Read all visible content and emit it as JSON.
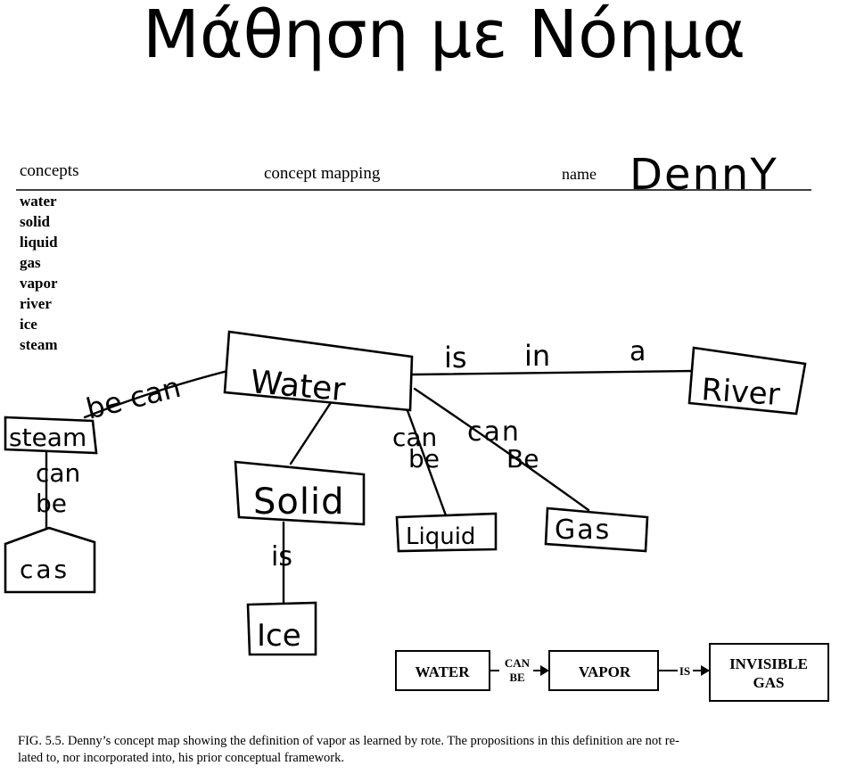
{
  "title": "Μάθηση με Νόημα",
  "header": {
    "concepts_label": "concepts",
    "mapping_label": "concept mapping",
    "name_label": "name",
    "name_value": "DennY"
  },
  "concepts_list": [
    "water",
    "solid",
    "liquid",
    "gas",
    "vapor",
    "river",
    "ice",
    "steam"
  ],
  "map": {
    "nodes": {
      "water": "Water",
      "river": "River",
      "steam": "steam",
      "gas_left": "cas",
      "solid": "Solid",
      "ice": "Ice",
      "liquid": "Liquid",
      "gas": "Gas"
    },
    "links": {
      "be_can": "be can",
      "is_in_a": [
        "is",
        "in",
        "a"
      ],
      "can_be_steam": [
        "can",
        "be"
      ],
      "is_solid": "is",
      "can_be_liquid": [
        "can",
        "be"
      ],
      "can_be_gas": [
        "can",
        "Be"
      ]
    }
  },
  "definition": {
    "water": "WATER",
    "can_be": [
      "CAN",
      "BE"
    ],
    "vapor": "VAPOR",
    "is": "IS",
    "invisible_gas": [
      "INVISIBLE",
      "GAS"
    ]
  },
  "caption": {
    "line1": "FIG. 5.5.  Denny’s concept map showing the definition of vapor as learned by rote. The propositions in this definition are not re-",
    "line2": "lated to, nor incorporated into, his prior conceptual framework."
  }
}
